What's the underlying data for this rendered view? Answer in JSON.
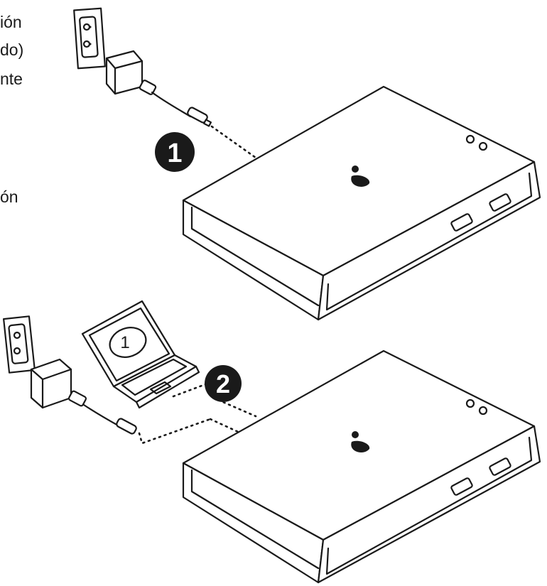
{
  "text_fragments": [
    "ión",
    "do)",
    "nte",
    "ón"
  ],
  "step_badges": [
    "1",
    "2"
  ],
  "laptop_screen_label": "1",
  "colors": {
    "ink": "#1a1a1a",
    "paper": "#ffffff",
    "badge": "#1a1a1a"
  },
  "icons": [
    "wall-outlet-icon",
    "power-adapter-icon",
    "laptop-icon",
    "power-bank-icon",
    "logo-icon"
  ]
}
